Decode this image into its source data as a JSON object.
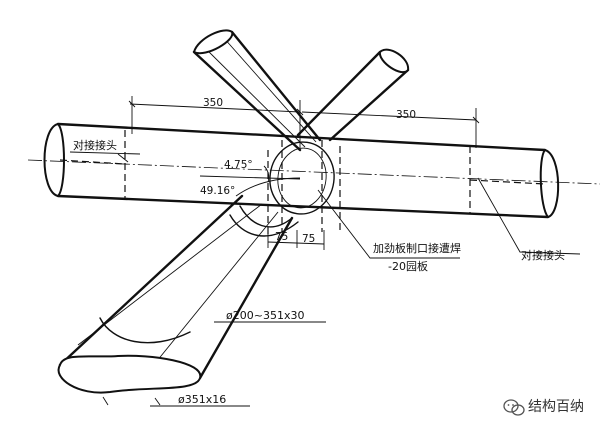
{
  "labels": {
    "splice_left": "对接接头",
    "splice_right": "对接接头",
    "stiffener_line1": "加劲板制口接遭焊",
    "stiffener_line2": "-20园板",
    "pipe_taper": "ø200~351x30",
    "pipe_main": "ø351x16"
  },
  "dimensions": {
    "left_span": "350",
    "right_span": "350",
    "angle_small": "4.75°",
    "angle_large": "49.16°",
    "dim_75_left": "75",
    "dim_75_right": "75"
  },
  "watermark": {
    "text": "结构百纳",
    "icon": "wechat-icon"
  }
}
